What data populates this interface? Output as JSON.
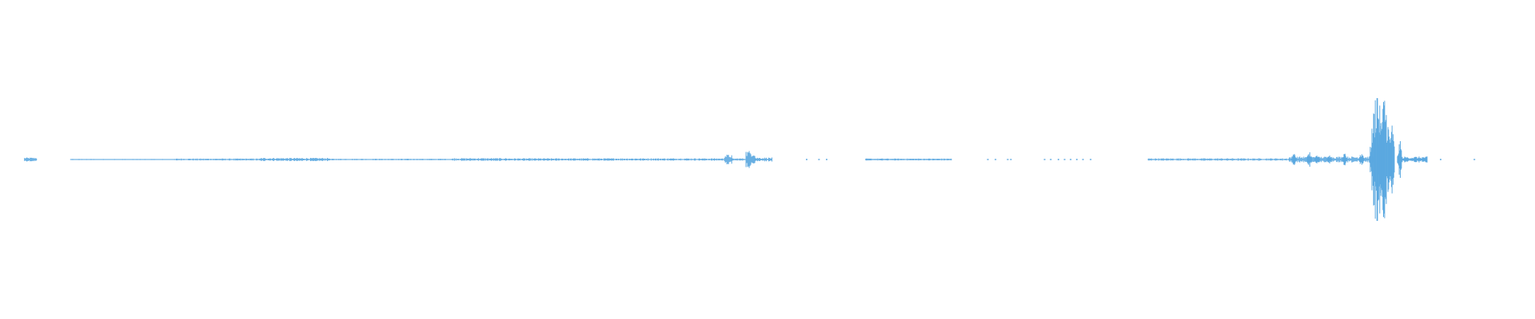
{
  "waveform": {
    "color": "#5ba8e0",
    "background": "#ffffff",
    "duration_fraction_axis": "normalized",
    "segments": [
      {
        "start": 0.016,
        "end": 0.024,
        "level": 0.02
      },
      {
        "start": 0.046,
        "end": 0.115,
        "level": 0.006
      },
      {
        "start": 0.115,
        "end": 0.17,
        "level": 0.01
      },
      {
        "start": 0.17,
        "end": 0.215,
        "level": 0.016
      },
      {
        "start": 0.215,
        "end": 0.295,
        "level": 0.008
      },
      {
        "start": 0.295,
        "end": 0.33,
        "level": 0.014
      },
      {
        "start": 0.33,
        "end": 0.472,
        "level": 0.012
      },
      {
        "start": 0.472,
        "end": 0.477,
        "level": 0.05
      },
      {
        "start": 0.477,
        "end": 0.486,
        "level": 0.012
      },
      {
        "start": 0.486,
        "end": 0.492,
        "level": 0.09
      },
      {
        "start": 0.492,
        "end": 0.503,
        "level": 0.02
      },
      {
        "start": 0.564,
        "end": 0.62,
        "level": 0.01
      },
      {
        "start": 0.748,
        "end": 0.84,
        "level": 0.012
      },
      {
        "start": 0.84,
        "end": 0.895,
        "level": 0.03
      }
    ],
    "bursts": [
      {
        "at": 0.843,
        "level": 0.08
      },
      {
        "at": 0.853,
        "level": 0.1
      },
      {
        "at": 0.858,
        "level": 0.06
      },
      {
        "at": 0.866,
        "level": 0.07
      },
      {
        "at": 0.876,
        "level": 0.11
      },
      {
        "at": 0.887,
        "level": 0.09
      },
      {
        "at": 0.897,
        "level": 1.0
      },
      {
        "at": 0.902,
        "level": 0.85
      },
      {
        "at": 0.907,
        "level": 0.5
      },
      {
        "at": 0.912,
        "level": 0.25
      }
    ],
    "tail": {
      "start": 0.912,
      "end": 0.93,
      "level": 0.03
    },
    "dots": [
      0.525,
      0.533,
      0.538,
      0.643,
      0.648,
      0.656,
      0.658,
      0.68,
      0.684,
      0.689,
      0.693,
      0.697,
      0.701,
      0.705,
      0.71,
      0.938,
      0.96
    ]
  }
}
